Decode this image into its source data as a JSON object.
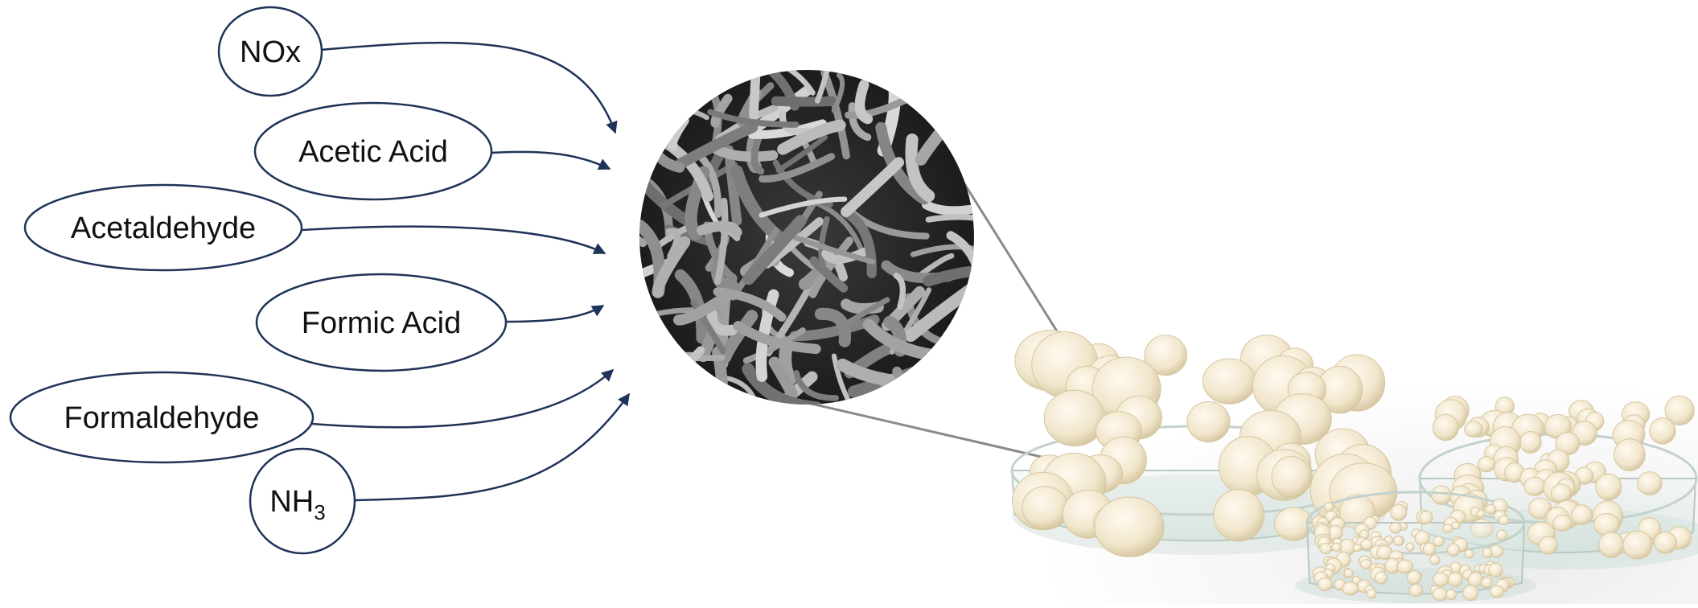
{
  "colors": {
    "arrow": "#1f3358",
    "oval_stroke": "#1f3358",
    "oval_fill": "#ffffff",
    "label_text": "#111111",
    "zoom_line": "#8a8a8a",
    "sem_bg": "#2b2b2b",
    "pellet": "#f4ecd8"
  },
  "pollutants": [
    {
      "label": "NOx",
      "sub": ""
    },
    {
      "label": "Acetic Acid",
      "sub": ""
    },
    {
      "label": "Acetaldehyde",
      "sub": ""
    },
    {
      "label": "Formic Acid",
      "sub": ""
    },
    {
      "label": "Formaldehyde",
      "sub": ""
    },
    {
      "label": "NH",
      "sub": "3"
    }
  ],
  "images": {
    "micrograph": "sem-fiber-micrograph",
    "product": "adsorbent-pellets-in-glass-dishes"
  }
}
